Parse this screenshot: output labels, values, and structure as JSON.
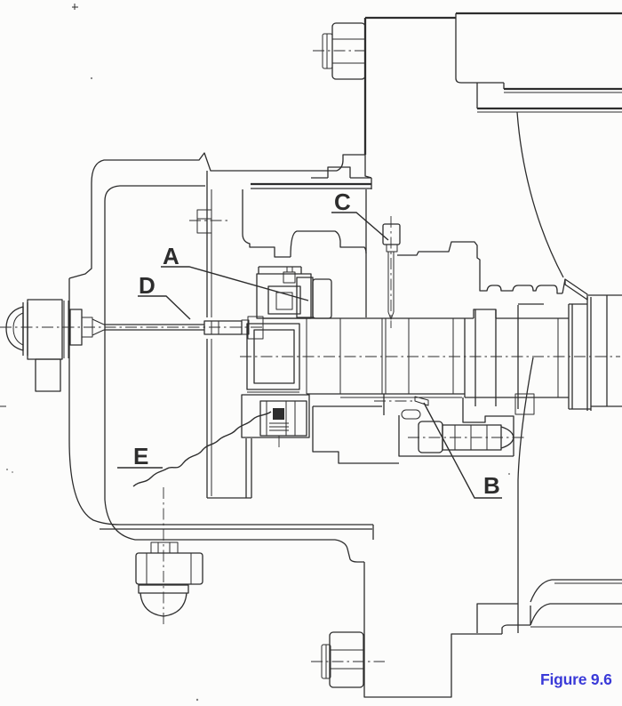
{
  "figure": {
    "caption": "Figure 9.6"
  },
  "labels": [
    {
      "text": "A",
      "points_to": "bearing-assembly"
    },
    {
      "text": "B",
      "points_to": "sensor-plug-on-lower-bolt"
    },
    {
      "text": "C",
      "points_to": "detent-pin"
    },
    {
      "text": "D",
      "points_to": "push-rod"
    },
    {
      "text": "E",
      "points_to": "wire-lead"
    }
  ],
  "colors": {
    "ink": "#2d2d2d",
    "paper": "#fcfcfb",
    "caption_blue": "#3a3ad8"
  }
}
